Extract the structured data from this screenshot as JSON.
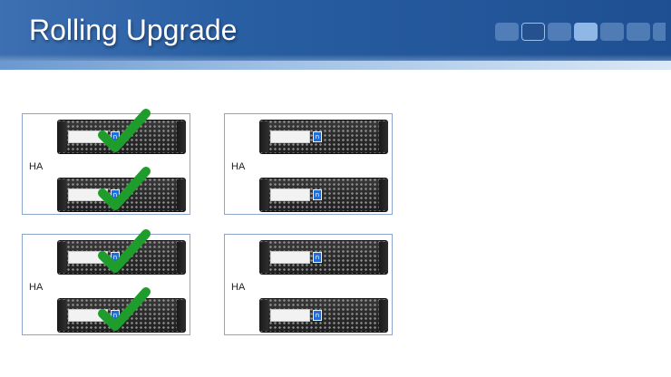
{
  "slide": {
    "title": "Rolling Upgrade",
    "progress": {
      "total_segments": 7,
      "current_segment": 4
    }
  },
  "ha_pairs": [
    {
      "label": "HA",
      "controllers": [
        {
          "upgraded": true
        },
        {
          "upgraded": true
        }
      ]
    },
    {
      "label": "HA",
      "controllers": [
        {
          "upgraded": false
        },
        {
          "upgraded": false
        }
      ]
    },
    {
      "label": "HA",
      "controllers": [
        {
          "upgraded": true
        },
        {
          "upgraded": true
        }
      ]
    },
    {
      "label": "HA",
      "controllers": [
        {
          "upgraded": false
        },
        {
          "upgraded": false
        }
      ]
    }
  ],
  "icons": {
    "check": "green-checkmark-icon",
    "controller": "storage-controller-icon",
    "badge": "netapp-logo-icon"
  },
  "colors": {
    "header": "#285ea2",
    "check": "#1e9c2c",
    "pair_border": "#8aa6cf"
  }
}
